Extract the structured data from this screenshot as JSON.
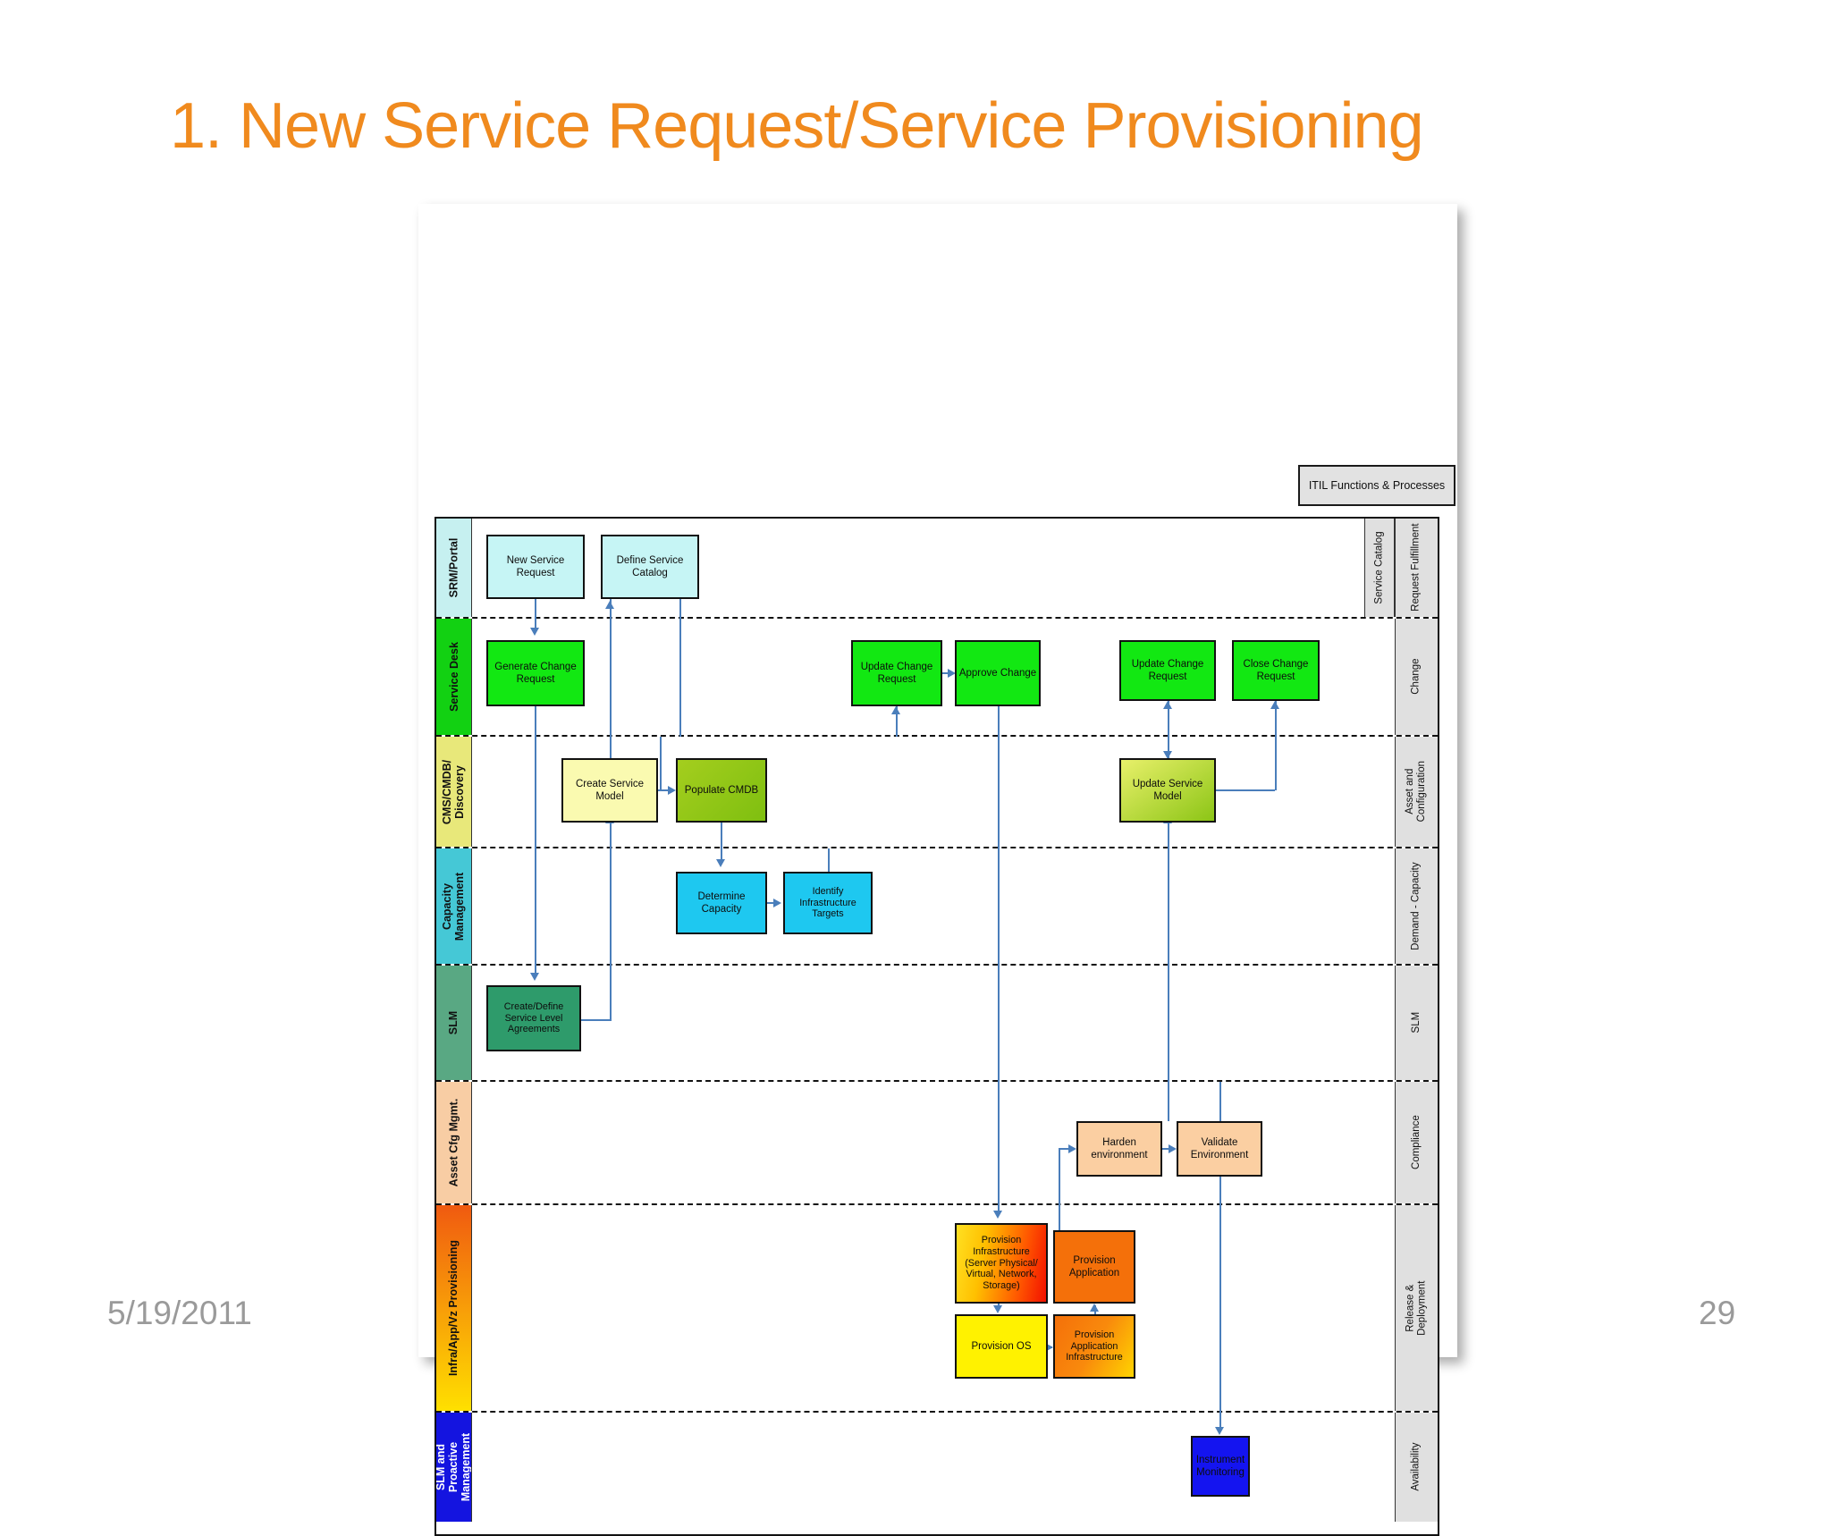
{
  "slide": {
    "title": "1. New Service Request/Service Provisioning",
    "title_color": "#F08A1E",
    "footer_date": "5/19/2011",
    "page_number": "29"
  },
  "diagram": {
    "legend_label": "ITIL Functions & Processes",
    "service_catalog_label": "Service Catalog",
    "lanes": [
      {
        "left_label": "SRM/Portal",
        "right_label": "Request Fulfillment",
        "left_color": "#C6F0F0"
      },
      {
        "left_label": "Service Desk",
        "right_label": "Change",
        "left_color": "#12D112"
      },
      {
        "left_label": "CMS/CMDB/ Discovery",
        "right_label": "Asset and Configuration",
        "left_color": "#E8E87A"
      },
      {
        "left_label": "Capacity Management",
        "right_label": "Demand - Capacity",
        "left_color": "#45C8D6"
      },
      {
        "left_label": "SLM",
        "right_label": "SLM",
        "left_color": "#59A883"
      },
      {
        "left_label": "Asset Cfg Mgmt.",
        "right_label": "Compliance",
        "left_color": "#F8CDA4"
      },
      {
        "left_label": "Infra/App/Vz Provisioning",
        "right_label": "Release & Deployment",
        "left_color": "#F05A10"
      },
      {
        "left_label": "SLM and Proactive Management",
        "right_label": "Availability",
        "left_color": "#1414E0"
      }
    ],
    "nodes": [
      {
        "id": "new-service-request",
        "label": "New Service Request",
        "lane": 0,
        "color": "#C6F5F5"
      },
      {
        "id": "define-service-catalog",
        "label": "Define Service Catalog",
        "lane": 0,
        "color": "#C6F5F5"
      },
      {
        "id": "generate-change-request",
        "label": "Generate Change Request",
        "lane": 1,
        "color": "#12E812"
      },
      {
        "id": "update-change-request-1",
        "label": "Update Change Request",
        "lane": 1,
        "color": "#12E812"
      },
      {
        "id": "approve-change",
        "label": "Approve Change",
        "lane": 1,
        "color": "#12E812"
      },
      {
        "id": "update-change-request-2",
        "label": "Update Change Request",
        "lane": 1,
        "color": "#12E812"
      },
      {
        "id": "close-change-request",
        "label": "Close Change Request",
        "lane": 1,
        "color": "#12E812"
      },
      {
        "id": "create-service-model",
        "label": "Create Service Model",
        "lane": 2,
        "color": "#FAFAB0"
      },
      {
        "id": "populate-cmdb",
        "label": "Populate CMDB",
        "lane": 2,
        "color": "#8CC516"
      },
      {
        "id": "update-service-model",
        "label": "Update Service Model",
        "lane": 2,
        "color": "#C8DC2A"
      },
      {
        "id": "determine-capacity",
        "label": "Determine Capacity",
        "lane": 3,
        "color": "#1EC8F0"
      },
      {
        "id": "identify-infrastructure-targets",
        "label": "Identify Infrastructure Targets",
        "lane": 3,
        "color": "#1EC8F0"
      },
      {
        "id": "create-define-sla",
        "label": "Create/Define Service Level Agreements",
        "lane": 4,
        "color": "#2E9B6B"
      },
      {
        "id": "harden-environment",
        "label": "Harden environment",
        "lane": 5,
        "color": "#FBCFA2"
      },
      {
        "id": "validate-environment",
        "label": "Validate Environment",
        "lane": 5,
        "color": "#FBCFA2"
      },
      {
        "id": "provision-infrastructure",
        "label": "Provision Infrastructure (Server Physical/ Virtual, Network, Storage)",
        "lane": 6,
        "color": "#FF2A00"
      },
      {
        "id": "provision-application",
        "label": "Provision Application",
        "lane": 6,
        "color": "#F4700A"
      },
      {
        "id": "provision-os",
        "label": "Provision OS",
        "lane": 6,
        "color": "#FFF200"
      },
      {
        "id": "provision-application-infrastructure",
        "label": "Provision Application Infrastructure",
        "lane": 6,
        "color": "#F77E10"
      },
      {
        "id": "instrument-monitoring",
        "label": "Instrument Monitoring",
        "lane": 7,
        "color": "#1414F0"
      }
    ]
  }
}
